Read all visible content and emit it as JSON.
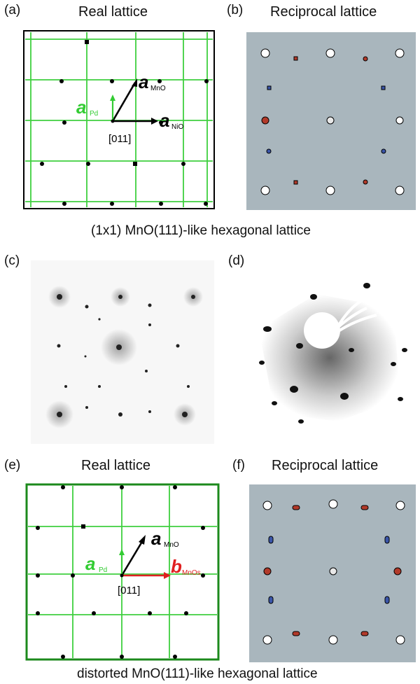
{
  "panels": {
    "a": {
      "label": "(a)",
      "title": "Real lattice",
      "vec_mno_main": "a",
      "vec_mno_sub": "MnO",
      "vec_pd_main": "a",
      "vec_pd_sub": "Pd",
      "vec_nio_main": "a",
      "vec_nio_sub": "NiO",
      "direction": "[011]"
    },
    "b": {
      "label": "(b)",
      "title": "Reciprocal lattice"
    },
    "c": {
      "label": "(c)"
    },
    "d": {
      "label": "(d)"
    },
    "e": {
      "label": "(e)",
      "title": "Real lattice",
      "vec_mno_main": "a",
      "vec_mno_sub": "MnO",
      "vec_pd_main": "a",
      "vec_pd_sub": "Pd",
      "vec_b_main": "b",
      "vec_b_sub": "MnOs",
      "direction": "[011]"
    },
    "f": {
      "label": "(f)",
      "title": "Reciprocal lattice"
    }
  },
  "captions": {
    "top": "(1x1) MnO(111)-like  hexagonal lattice",
    "bottom": "distorted MnO(111)-like hexagonal lattice"
  },
  "colors": {
    "grid": "#3fcf3f",
    "pd_vector": "#33cc33",
    "b_vector": "#e02020",
    "reciprocal_bg": "#a9b6bd",
    "spot_red": "#b23a2a",
    "spot_blue": "#3a55a8"
  }
}
